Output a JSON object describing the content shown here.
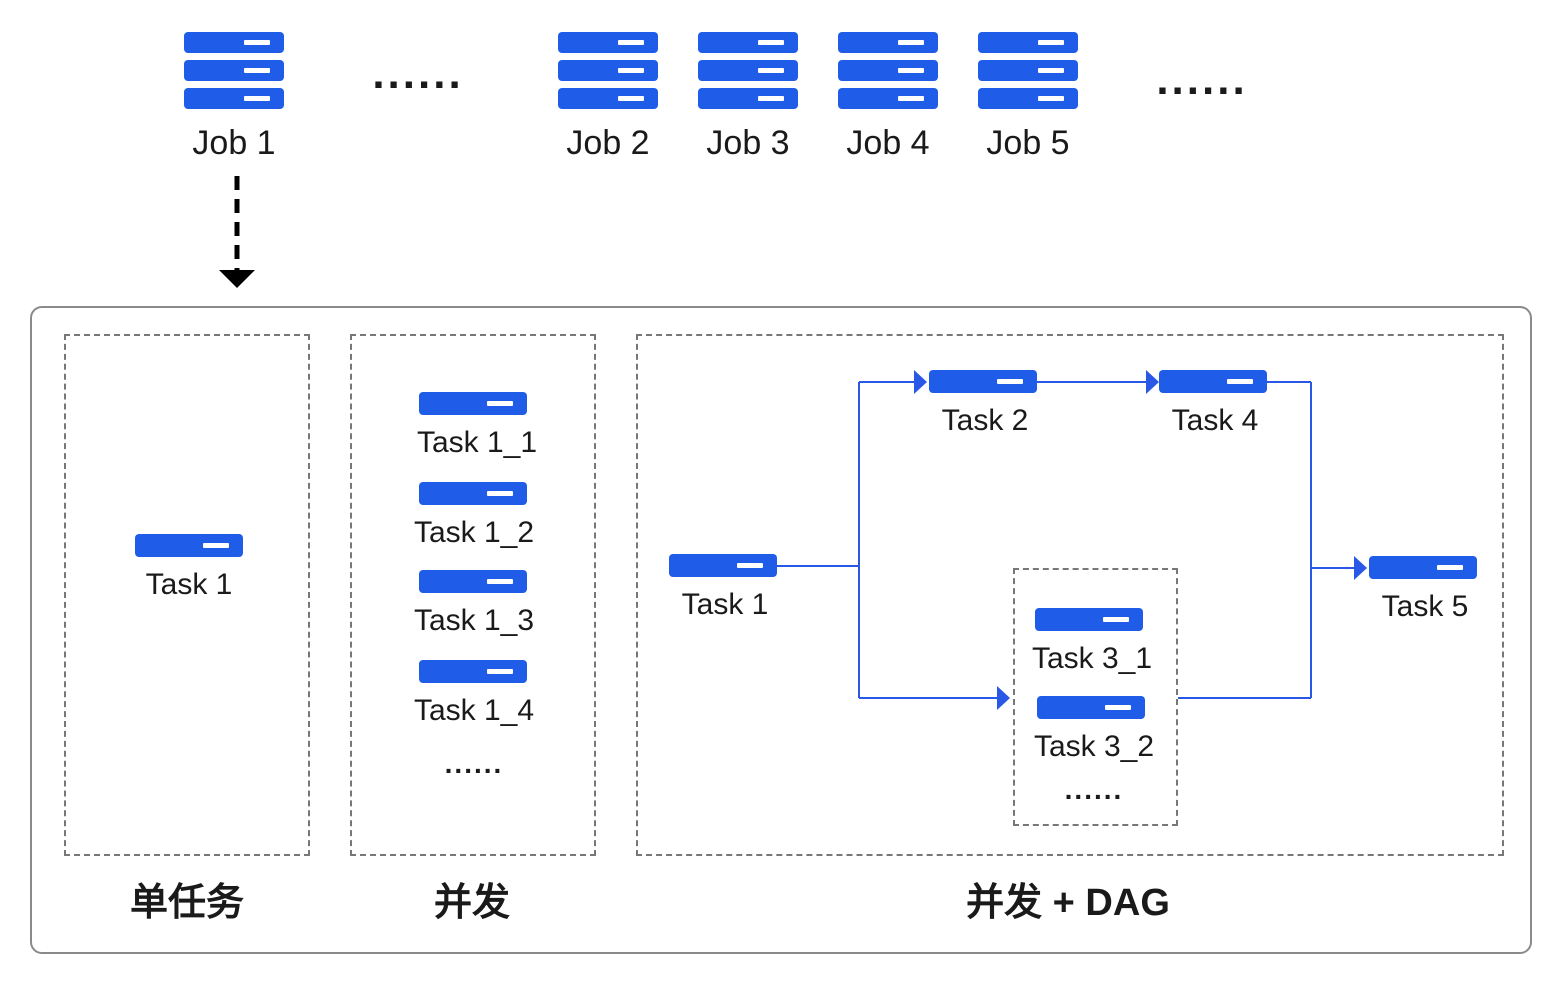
{
  "jobs": [
    {
      "label": "Job 1"
    },
    {
      "label": "Job 2"
    },
    {
      "label": "Job 3"
    },
    {
      "label": "Job 4"
    },
    {
      "label": "Job 5"
    }
  ],
  "job_ellipsis": "......",
  "sections": {
    "single": {
      "title": "单任务",
      "tasks": [
        {
          "label": "Task 1"
        }
      ]
    },
    "parallel": {
      "title": "并发",
      "tasks": [
        {
          "label": "Task 1_1"
        },
        {
          "label": "Task 1_2"
        },
        {
          "label": "Task 1_3"
        },
        {
          "label": "Task 1_4"
        }
      ],
      "ellipsis": "......"
    },
    "dag": {
      "title": "并发 + DAG",
      "tasks": {
        "t1": "Task 1",
        "t2": "Task 2",
        "t4": "Task 4",
        "t5": "Task 5",
        "t3_1": "Task 3_1",
        "t3_2": "Task 3_2"
      },
      "group_ellipsis": "......"
    }
  },
  "colors": {
    "server_blue": "#1f5de8",
    "connector_blue": "#2a58e6",
    "dashed_border": "#777777",
    "panel_border": "#8a8a8a"
  },
  "icons": [
    "server-stack-icon",
    "server-icon",
    "arrow-down-icon",
    "arrow-right-icon"
  ]
}
